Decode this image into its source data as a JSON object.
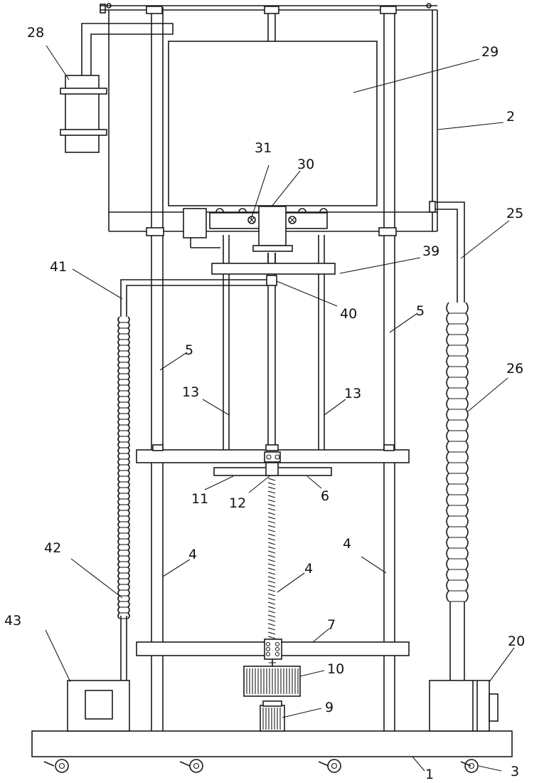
{
  "labels": {
    "l1": "1",
    "l2": "2",
    "l3": "3",
    "l4a": "4",
    "l4b": "4",
    "l4c": "4",
    "l5a": "5",
    "l5b": "5",
    "l6": "6",
    "l7": "7",
    "l9": "9",
    "l10": "10",
    "l11": "11",
    "l12": "12",
    "l13a": "13",
    "l13b": "13",
    "l20": "20",
    "l25": "25",
    "l26": "26",
    "l28": "28",
    "l29": "29",
    "l30": "30",
    "l31": "31",
    "l39": "39",
    "l40": "40",
    "l41": "41",
    "l42": "42",
    "l43": "43"
  }
}
